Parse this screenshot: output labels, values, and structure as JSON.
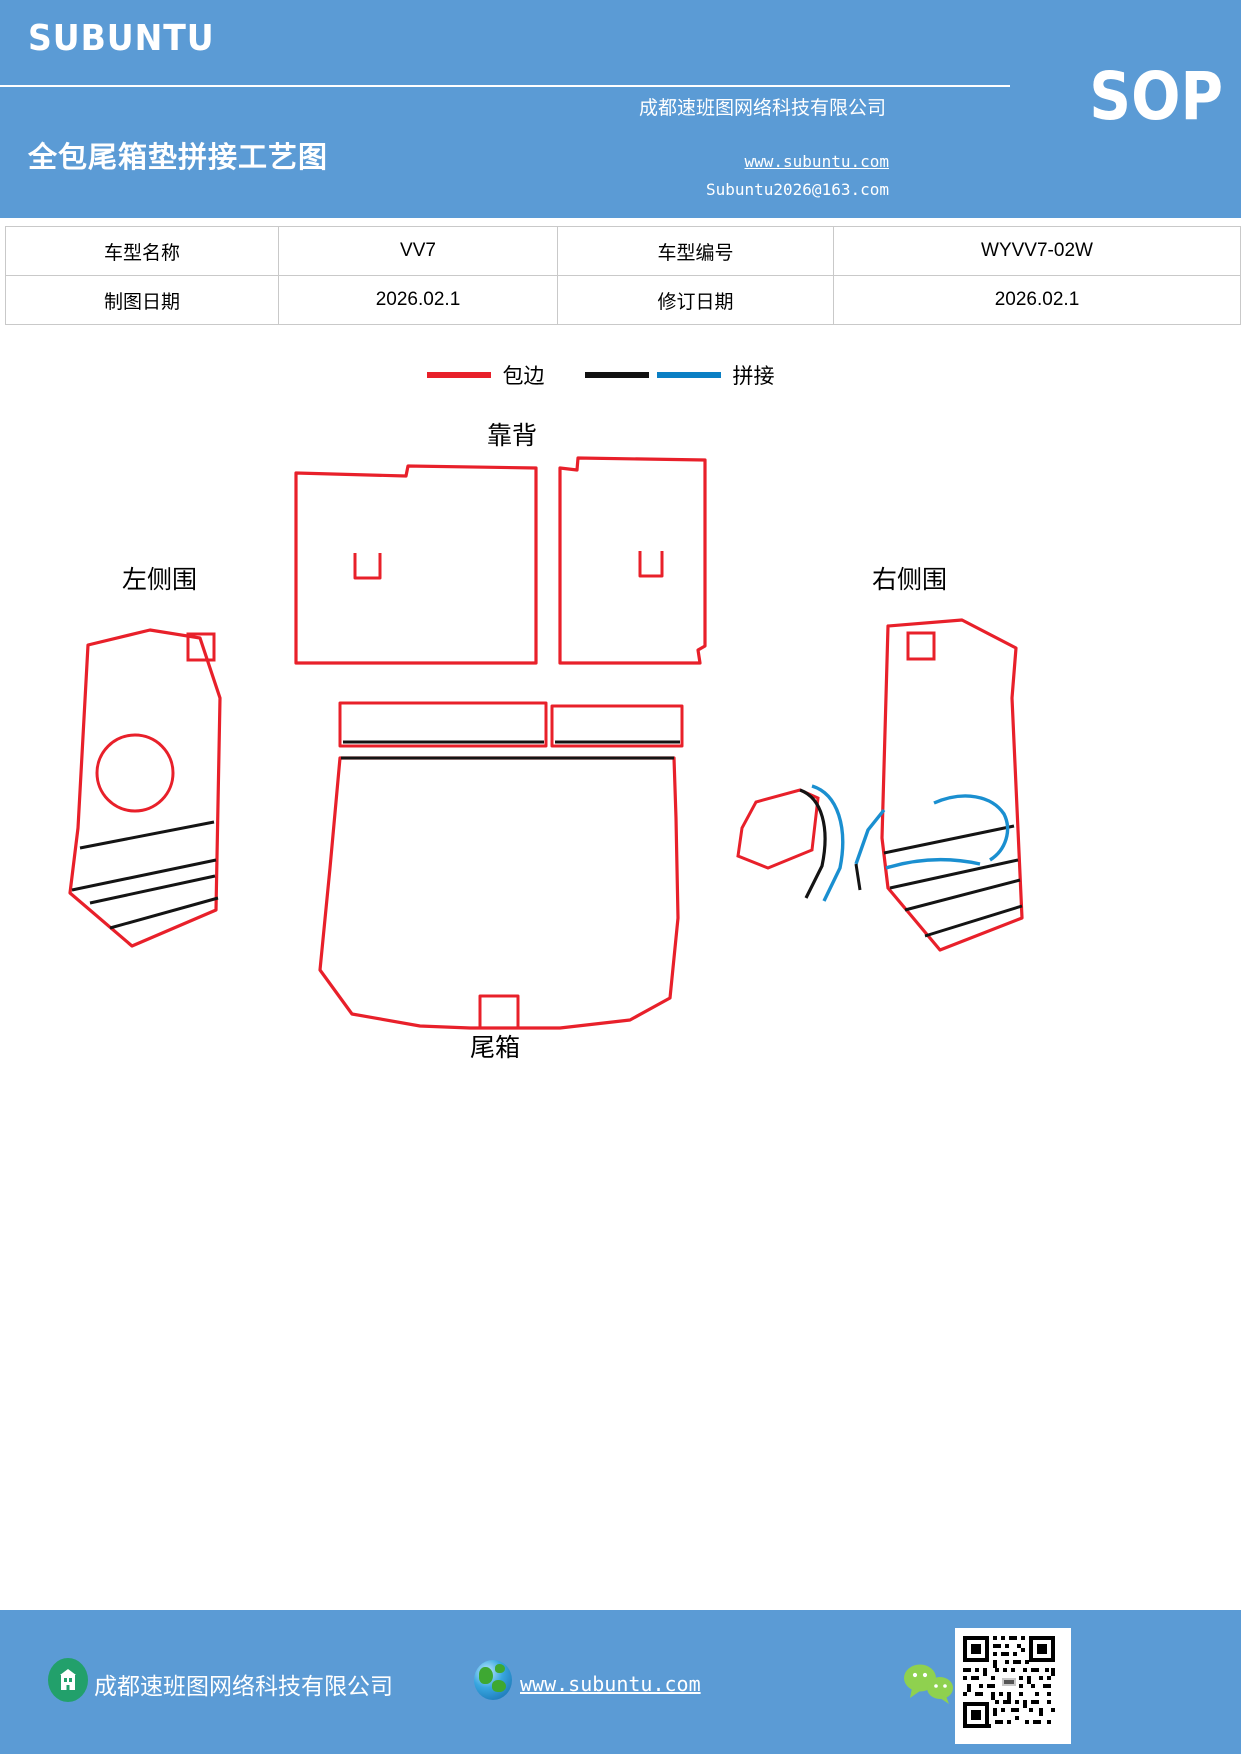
{
  "header": {
    "brand": "SUBUNTU",
    "company": "成都速班图网络科技有限公司",
    "title": "全包尾箱垫拼接工艺图",
    "badge": "SOP",
    "url": "www.subuntu.com",
    "email": "Subuntu2026@163.com",
    "background_color": "#5B9BD5"
  },
  "info_table": {
    "rows": [
      {
        "label_1": "车型名称",
        "value_1": "VV7",
        "label_2": "车型编号",
        "value_2": "WYVV7-02W"
      },
      {
        "label_1": "制图日期",
        "value_1": "2026.02.1",
        "label_2": "修订日期",
        "value_2": "2026.02.1"
      }
    ]
  },
  "legend": {
    "items": [
      {
        "label": "包边",
        "color": "#e8202a",
        "icon": "line-swatch-red"
      },
      {
        "label": "拼接",
        "color": "#111111",
        "color_2": "#0b7fc4",
        "icon": "line-swatch-black-blue"
      }
    ]
  },
  "diagram": {
    "part_labels": {
      "backrest": "靠背",
      "left_side": "左侧围",
      "right_side": "右侧围",
      "trunk": "尾箱"
    },
    "colors": {
      "edging": "#e8202a",
      "splice_black": "#141414",
      "splice_blue": "#1a8fd0"
    }
  },
  "footer": {
    "company": "成都速班图网络科技有限公司",
    "url": "www.subuntu.com",
    "background_color": "#5B9BD5",
    "icons": {
      "company": "building-icon",
      "globe": "globe-icon",
      "wechat": "wechat-icon",
      "qr": "qr-code-icon"
    }
  }
}
